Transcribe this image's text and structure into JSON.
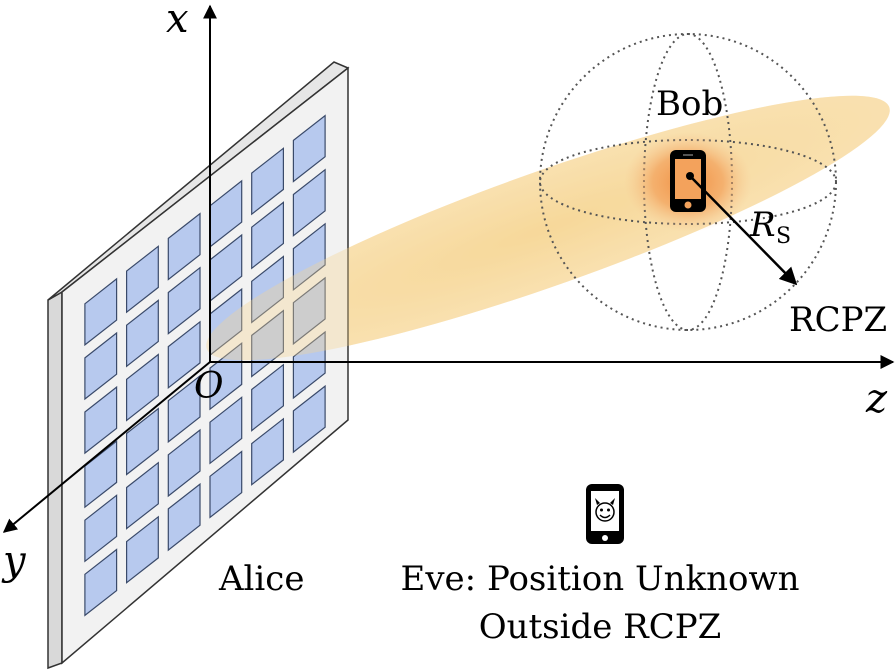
{
  "axes": {
    "x_label": "x",
    "y_label": "y",
    "z_label": "z",
    "origin_label": "O"
  },
  "labels": {
    "bob": "Bob",
    "radius_symbol": "R",
    "radius_subscript": "S",
    "zone": "RCPZ",
    "alice": "Alice",
    "eve_line1": "Eve: Position Unknown",
    "eve_line2": "Outside RCPZ"
  },
  "array": {
    "rows": 6,
    "cols": 6
  },
  "colors": {
    "beam": "#f6d48f",
    "hotspot": "#f08a3c",
    "panel_frame": "#f2f2f2",
    "element_fill": "#b7c9ee",
    "element_stroke": "#3a4a6a",
    "phone": "#000000",
    "sphere_dots": "#555555"
  },
  "icons": {
    "bob_device": "smartphone-icon",
    "eve_device": "smartphone-devil-icon"
  }
}
